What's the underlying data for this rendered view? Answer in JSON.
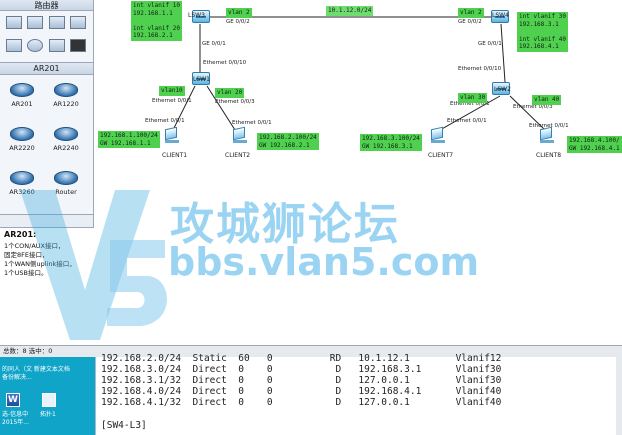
{
  "left_panel": {
    "toolbox_title": "路由器",
    "category_title": "AR201",
    "devices": [
      {
        "label": "AR201"
      },
      {
        "label": "AR1220"
      },
      {
        "label": "AR2220"
      },
      {
        "label": "AR2240"
      },
      {
        "label": "AR3260"
      },
      {
        "label": "Router"
      }
    ],
    "info": {
      "title": "AR201:",
      "lines": [
        "1个CON/AUX接口，",
        "固定8FE接口，",
        "1个WAN侧uplink接口，",
        "1个USB接口。"
      ]
    }
  },
  "topology": {
    "switches": {
      "lsw3": "LSW3",
      "lsw4": "LSW4",
      "lsw1": "LSW1",
      "lsw2": "LSW2"
    },
    "pcs": {
      "client1": "CLIENT1",
      "client2": "CLIENT2",
      "client7": "CLIENT7",
      "client8": "CLIENT8"
    },
    "ports": {
      "lsw3_right": "GE 0/0/2",
      "lsw3_down": "GE 0/0/1",
      "lsw4_left": "GE 0/0/2",
      "lsw4_down": "GE 0/0/1",
      "lsw1_up": "Ethernet 0/0/10",
      "lsw1_left": "Ethernet 0/0/1",
      "lsw1_right": "Ethernet 0/0/3",
      "lsw2_up": "Ethernet 0/0/10",
      "lsw2_left": "Ethernet 0/0/1",
      "lsw2_right": "Ethernet 0/0/3",
      "client1_port": "Ethernet 0/0/1",
      "client2_port": "Ethernet 0/0/1",
      "client7_port": "Ethernet 0/0/1",
      "client8_port": "Ethernet 0/0/1"
    },
    "labels": {
      "lsw3_vlanif": "int vlanif 10\n192.168.1.1\n\nint vlanif 20\n192.168.2.1",
      "lsw4_vlanif": "int vlanif 30\n192.168.3.1\n\nint vlanif 40\n192.168.4.1",
      "link_net": "10.1.12.0/24",
      "lsw3_vlan": "vlan 2",
      "lsw4_vlan": "vlan 2",
      "vlan10": "vlan10",
      "vlan20": "vlan 20",
      "vlan30": "vlan 30",
      "vlan40": "vlan 40",
      "client1_ip": "192.168.1.100/24\nGW 192.168.1.1",
      "client2_ip": "192.168.2.100/24\nGW 192.168.2.1",
      "client7_ip": "192.168.3.100/24\nGW 192.168.3.1",
      "client8_ip": "192.168.4.100/\nGW 192.168.4.1"
    }
  },
  "watermark": {
    "text": "攻城狮论坛",
    "url": "bbs.vlan5.com"
  },
  "statusbar": {
    "text": "总数：8  选中：0"
  },
  "desktop": {
    "line1": "的同人（文 新建文本文档",
    "line2": "备份解决...",
    "icon1_label": "选-信息中",
    "icon1_sub": "2015年...",
    "icon2_label": "拓扑1"
  },
  "terminal": {
    "lines": [
      "192.168.2.0/24  Static  60   0          RD   10.1.12.1        Vlanif12",
      "192.168.3.0/24  Direct  0    0           D   192.168.3.1      Vlanif30",
      "192.168.3.1/32  Direct  0    0           D   127.0.0.1        Vlanif30",
      "192.168.4.0/24  Direct  0    0           D   192.168.4.1      Vlanif40",
      "192.168.4.1/32  Direct  0    0           D   127.0.0.1        Vlanif40"
    ],
    "prompt": "[SW4-L3]"
  }
}
